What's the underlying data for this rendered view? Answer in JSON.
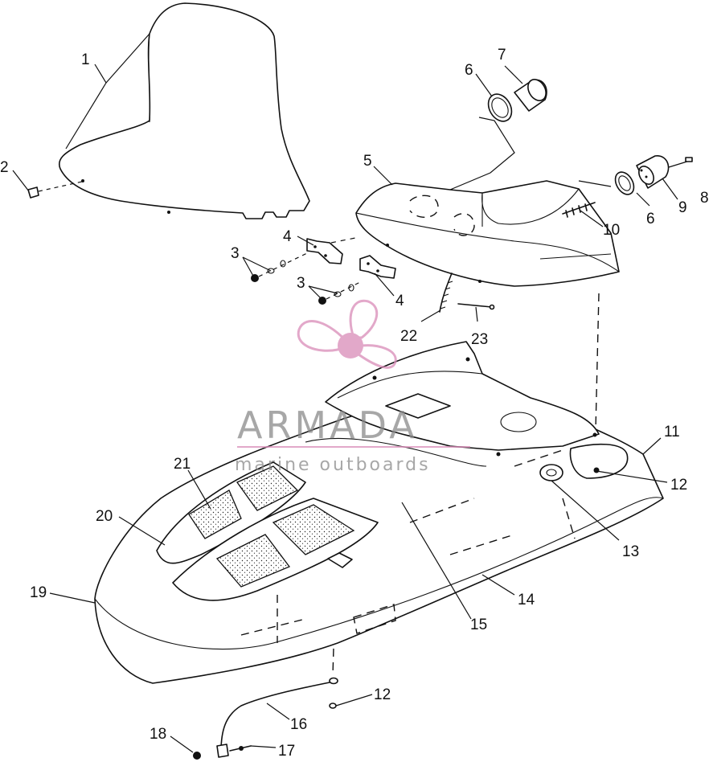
{
  "callouts": {
    "c1": "1",
    "c2": "2",
    "c3a": "3",
    "c3b": "3",
    "c4a": "4",
    "c4b": "4",
    "c5": "5",
    "c6a": "6",
    "c6b": "6",
    "c7": "7",
    "c8": "8",
    "c9": "9",
    "c10": "10",
    "c11": "11",
    "c12a": "12",
    "c12b": "12",
    "c13": "13",
    "c14": "14",
    "c15": "15",
    "c16": "16",
    "c17": "17",
    "c18": "18",
    "c19": "19",
    "c20": "20",
    "c21": "21",
    "c22": "22",
    "c23": "23"
  },
  "watermark": {
    "brand": "ARMADA",
    "tagline": "marine outboards",
    "logo_icon": "propeller-logo-icon",
    "brand_color": "#d98bb8",
    "text_color": "#8a8a8a"
  }
}
